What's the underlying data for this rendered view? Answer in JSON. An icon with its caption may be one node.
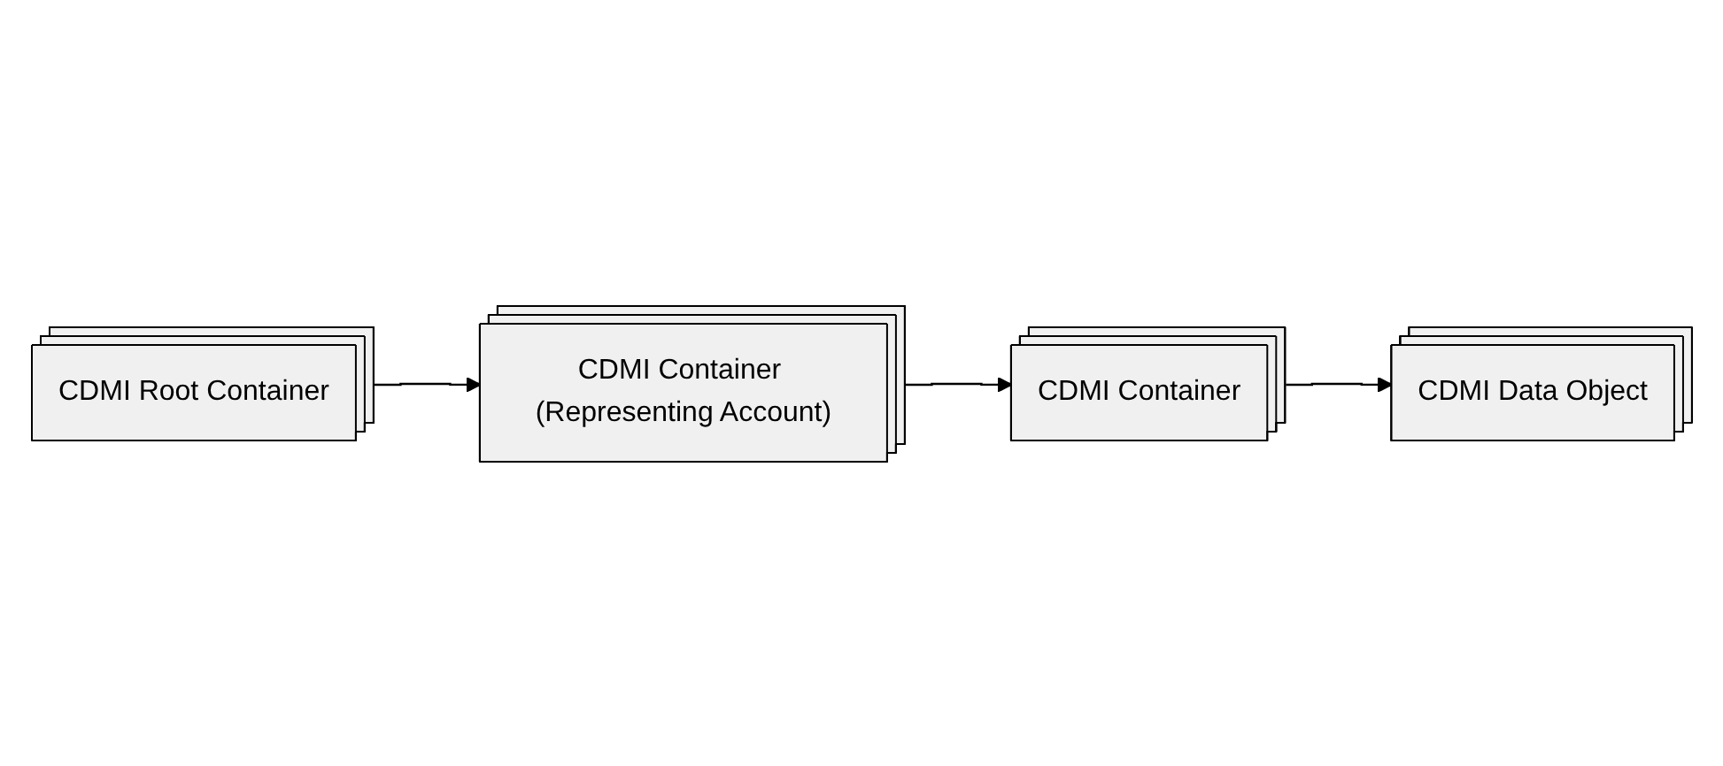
{
  "diagram": {
    "nodes": [
      {
        "text": [
          "CDMI Root Container"
        ]
      },
      {
        "text": [
          "CDMI Container (Representing Account)"
        ]
      },
      {
        "text": [
          "CDMI Container"
        ]
      },
      {
        "text": [
          "CDMI Data Object"
        ]
      }
    ],
    "edges": [
      {
        "from": 0,
        "to": 1,
        "arrow": "to"
      },
      {
        "from": 1,
        "to": 2,
        "arrow": "to"
      },
      {
        "from": 2,
        "to": 3,
        "arrow": "to"
      }
    ]
  }
}
